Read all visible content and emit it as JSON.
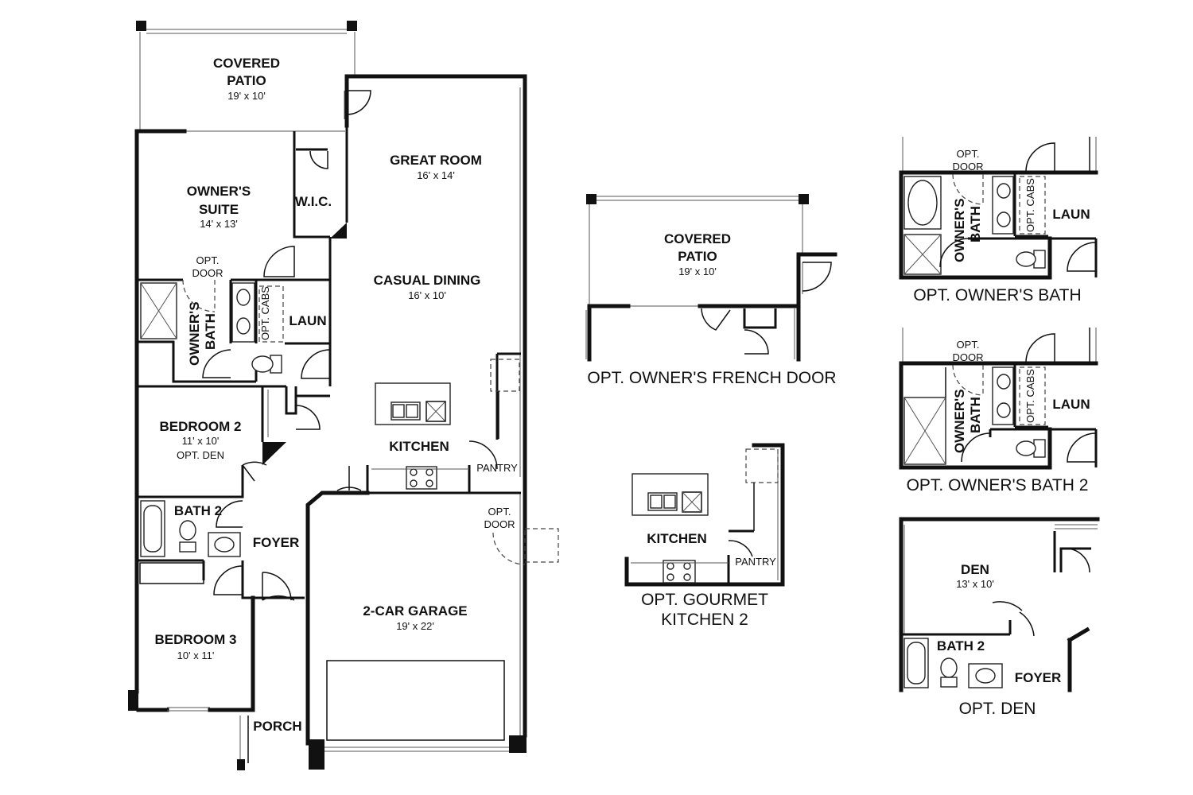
{
  "main_plan": {
    "covered_patio": {
      "label_line1": "COVERED",
      "label_line2": "PATIO",
      "dims": "19' x 10'"
    },
    "great_room": {
      "label": "GREAT ROOM",
      "dims": "16' x 14'"
    },
    "owners_suite": {
      "label_line1": "OWNER'S",
      "label_line2": "SUITE",
      "dims": "14' x 13'"
    },
    "wic": {
      "label": "W.I.C."
    },
    "opt_door": {
      "line1": "OPT.",
      "line2": "DOOR"
    },
    "owners_bath": {
      "line1": "OWNER'S",
      "line2": "BATH"
    },
    "opt_cabs": {
      "label": "OPT. CABS"
    },
    "laun": {
      "label": "LAUN"
    },
    "casual_dining": {
      "label": "CASUAL DINING",
      "dims": "16' x 10'"
    },
    "bedroom2": {
      "label": "BEDROOM 2",
      "dims": "11' x 10'",
      "sub": "OPT. DEN"
    },
    "kitchen": {
      "label": "KITCHEN"
    },
    "pantry": {
      "label": "PANTRY"
    },
    "bath2": {
      "label": "BATH 2"
    },
    "foyer": {
      "label": "FOYER"
    },
    "garage_opt_door": {
      "line1": "OPT.",
      "line2": "DOOR"
    },
    "garage": {
      "label": "2-CAR GARAGE",
      "dims": "19' x 22'"
    },
    "bedroom3": {
      "label": "BEDROOM 3",
      "dims": "10' x 11'"
    },
    "porch": {
      "label": "PORCH"
    }
  },
  "options": {
    "french_door": {
      "label_line1": "COVERED",
      "label_line2": "PATIO",
      "dims": "19' x 10'",
      "caption": "OPT. OWNER'S FRENCH DOOR"
    },
    "gourmet_kitchen": {
      "kitchen": "KITCHEN",
      "pantry": "PANTRY",
      "caption_line1": "OPT. GOURMET",
      "caption_line2": "KITCHEN 2"
    },
    "owners_bath_opt": {
      "door_line1": "OPT.",
      "door_line2": "DOOR",
      "bath_line1": "OWNER'S",
      "bath_line2": "BATH",
      "cabs": "OPT. CABS",
      "laun": "LAUN",
      "caption": "OPT. OWNER'S BATH"
    },
    "owners_bath_opt2": {
      "door_line1": "OPT.",
      "door_line2": "DOOR",
      "bath_line1": "OWNER'S",
      "bath_line2": "BATH",
      "cabs": "OPT. CABS",
      "laun": "LAUN",
      "caption": "OPT. OWNER'S BATH 2"
    },
    "den_opt": {
      "label": "DEN",
      "dims": "13' x 10'",
      "bath": "BATH 2",
      "foyer": "FOYER",
      "caption": "OPT. DEN"
    }
  }
}
